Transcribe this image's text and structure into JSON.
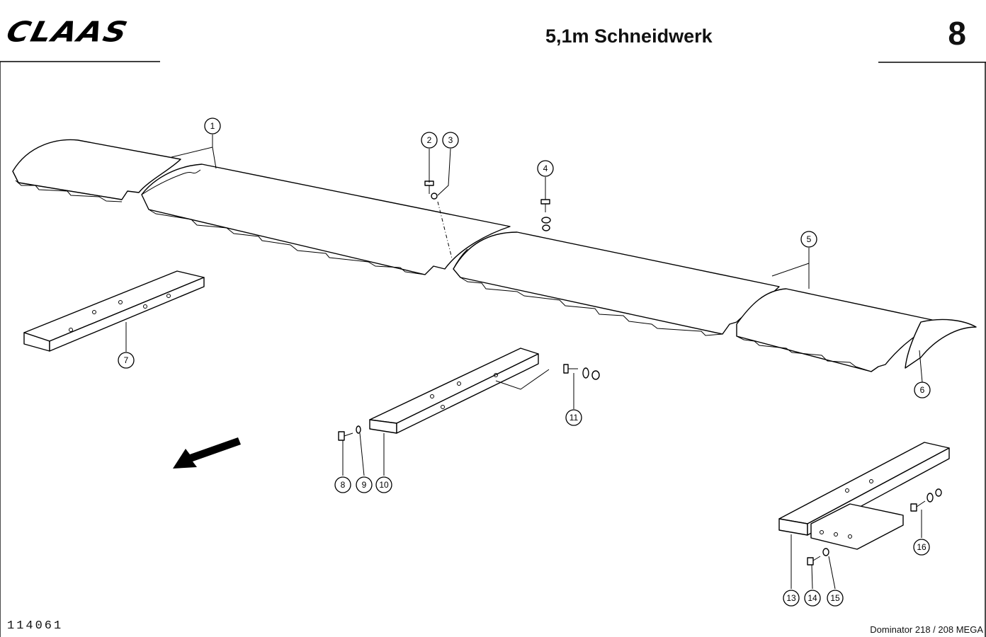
{
  "header": {
    "brand": "CLAAS",
    "title": "5,1m Schneidwerk",
    "page_number": "8"
  },
  "footer": {
    "drawing_code": "114061",
    "model": "Dominator 218 / 208 MEGA"
  },
  "callouts": [
    "1",
    "2",
    "3",
    "4",
    "5",
    "6",
    "7",
    "8",
    "9",
    "10",
    "11",
    "13",
    "14",
    "15",
    "16"
  ]
}
